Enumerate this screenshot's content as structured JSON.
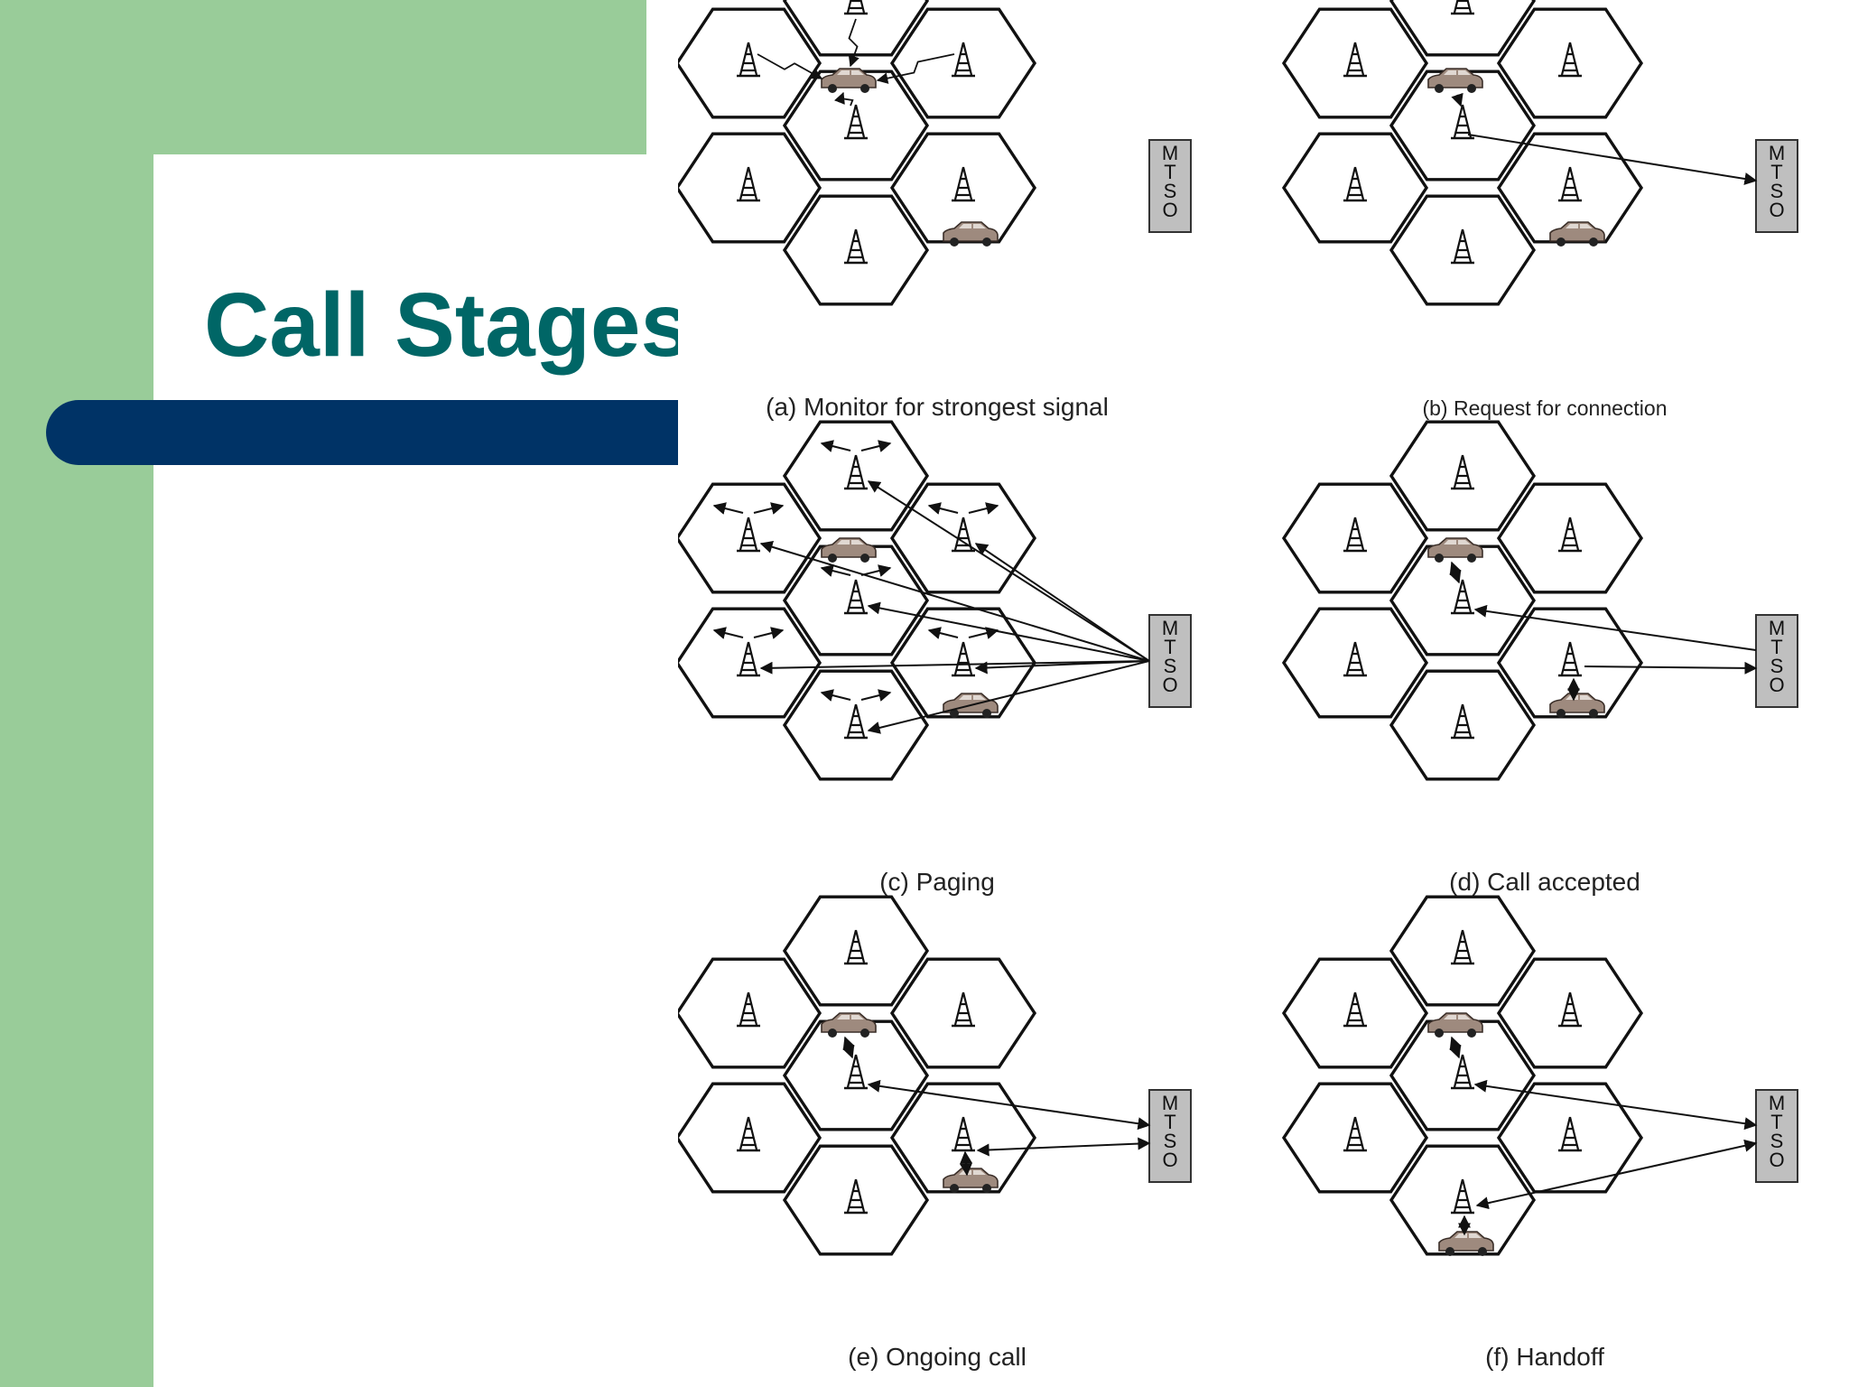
{
  "slide": {
    "title": "Call Stages",
    "colors": {
      "sidebar_green": "#99cc99",
      "title_bar_navy": "#003366",
      "title_teal": "#006666",
      "mtso_gray": "#bfbfbf"
    }
  },
  "mtso_letters": [
    "M",
    "T",
    "S",
    "O"
  ],
  "panels": [
    {
      "id": "a",
      "caption": "(a) Monitor for strongest signal"
    },
    {
      "id": "b",
      "caption": "(b) Request for connection"
    },
    {
      "id": "c",
      "caption": "(c) Paging"
    },
    {
      "id": "d",
      "caption": "(d) Call accepted"
    },
    {
      "id": "e",
      "caption": "(e) Ongoing call"
    },
    {
      "id": "f",
      "caption": "(f) Handoff"
    }
  ]
}
